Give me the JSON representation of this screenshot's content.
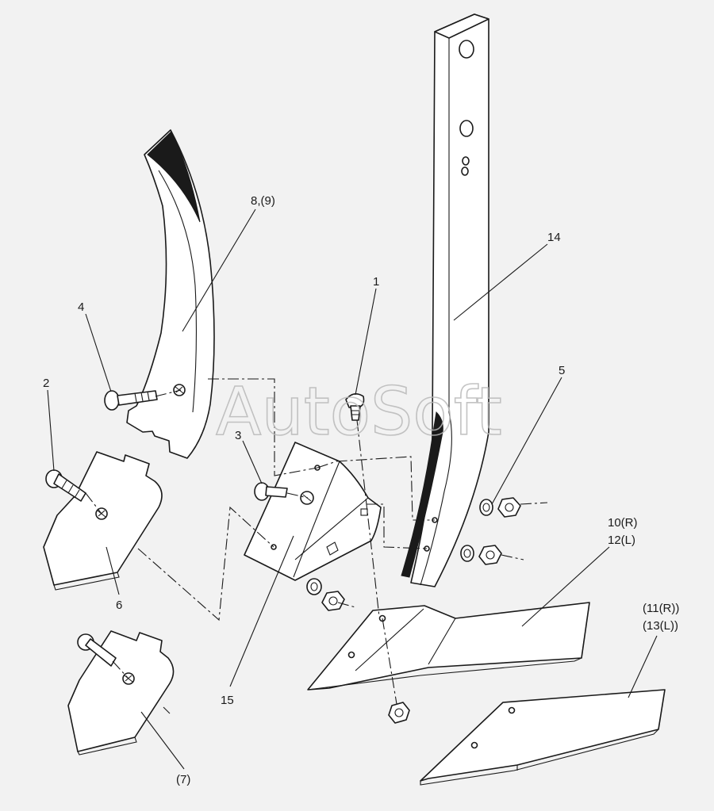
{
  "watermark": "AutoSoft",
  "callouts": {
    "c1": "1",
    "c2": "2",
    "c3": "3",
    "c4": "4",
    "c5": "5",
    "c6": "6",
    "c7": "(7)",
    "c8": "8,(9)",
    "c10a": "10(R)",
    "c10b": "12(L)",
    "c11a": "(11(R))",
    "c11b": "(13(L))",
    "c14": "14",
    "c15": "15"
  },
  "colors": {
    "background": "#f2f2f2",
    "line": "#1a1a1a",
    "watermark": "#b9b9b9"
  }
}
